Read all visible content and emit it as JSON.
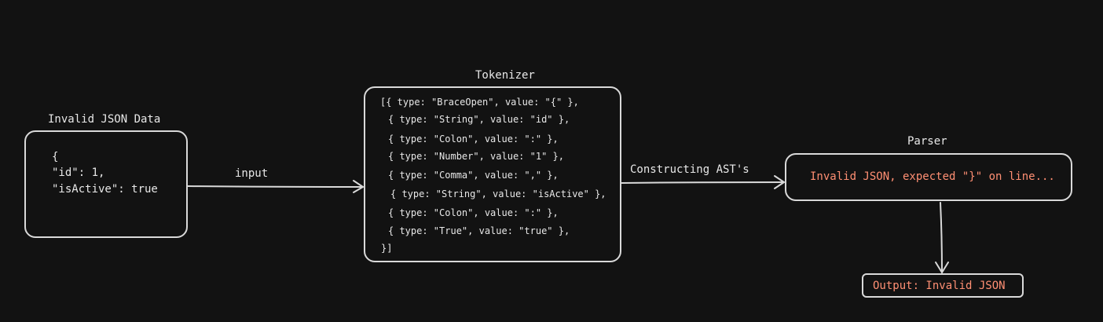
{
  "colors": {
    "background": "#121212",
    "stroke": "#d9d9d9",
    "text": "#e8e8e8",
    "error_text": "#ff8f73"
  },
  "input_node": {
    "title": "Invalid JSON Data",
    "lines": [
      "{",
      "\"id\": 1,",
      "\"isActive\": true"
    ]
  },
  "edge_input": "input",
  "tokenizer_node": {
    "title": "Tokenizer",
    "lines": [
      "[{ type: \"BraceOpen\", value: \"{\" },",
      "{ type: \"String\", value: \"id\" },",
      "{ type: \"Colon\", value: \":\" },",
      "{ type: \"Number\", value: \"1\" },",
      "{ type: \"Comma\", value: \",\" },",
      "{ type: \"String\", value: \"isActive\" },",
      "{ type: \"Colon\", value: \":\" },",
      "{ type: \"True\", value: \"true\" },",
      "}]"
    ]
  },
  "edge_ast": "Constructing AST's",
  "parser_node": {
    "title": "Parser",
    "message": "Invalid JSON, expected \"}\" on line..."
  },
  "output_node": {
    "text": "Output: Invalid JSON"
  }
}
